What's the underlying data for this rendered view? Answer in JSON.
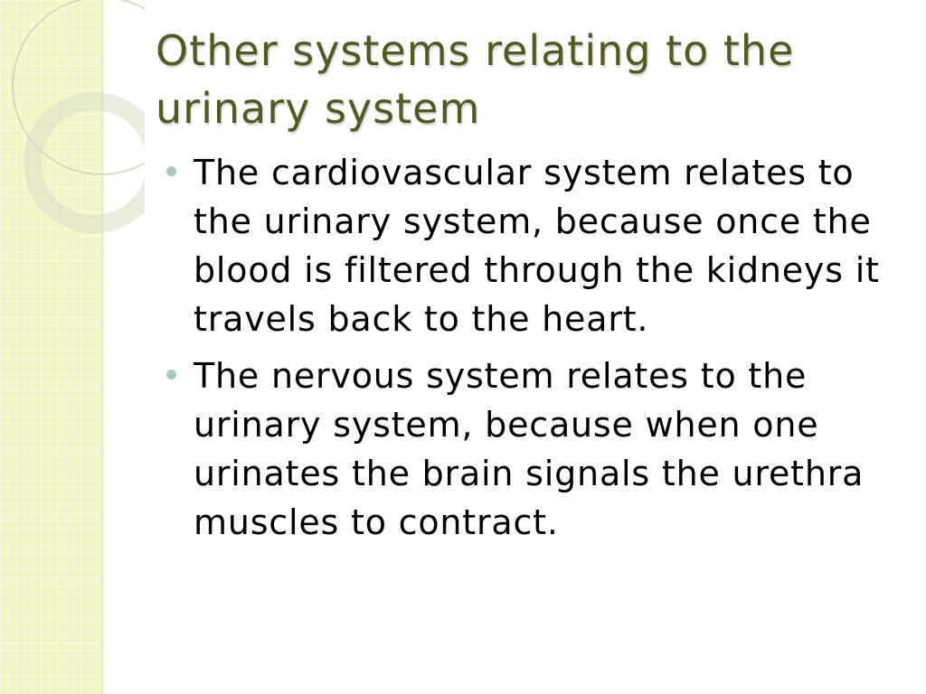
{
  "slide": {
    "title": "Other systems relating to the urinary system",
    "bullets": [
      {
        "text": "The cardiovascular system relates to the urinary system, because once the blood is filtered through the kidneys it travels back to the heart."
      },
      {
        "text": "The nervous system relates to the urinary system, because when one urinates the brain signals the urethra muscles to contract."
      }
    ]
  },
  "theme": {
    "title_color": "#4f5b20",
    "panel_color": "#f3f5c4",
    "bullet_color": "#a9c9b8",
    "text_color": "#000000"
  }
}
